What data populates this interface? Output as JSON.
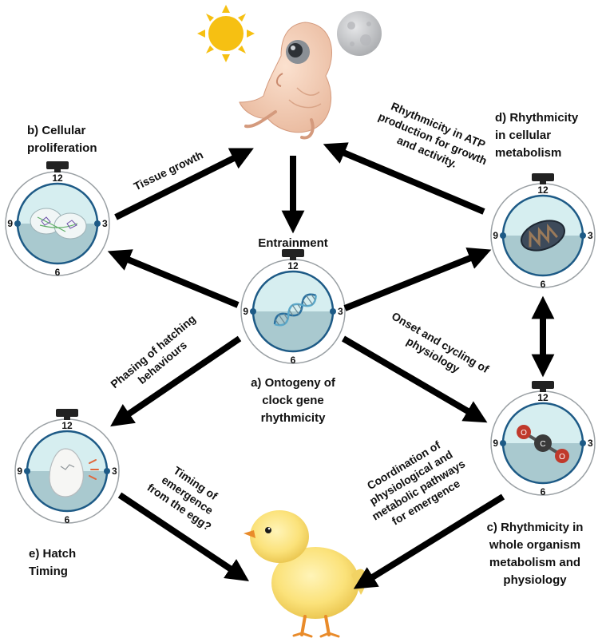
{
  "nodes": {
    "cellular_proliferation": {
      "title": [
        "b) Cellular",
        "proliferation"
      ]
    },
    "cellular_metabolism": {
      "title": [
        "d) Rhythmicity",
        "in cellular",
        "metabolism"
      ]
    },
    "entrainment": {
      "title": "Entrainment"
    },
    "clock_gene": {
      "title": [
        "a) Ontogeny of",
        "clock gene",
        "rhythmicity"
      ]
    },
    "hatch_timing": {
      "title": [
        "e) Hatch",
        "Timing"
      ]
    },
    "whole_organism": {
      "title": [
        "c) Rhythmicity in",
        "whole organism",
        "metabolism and",
        "physiology"
      ]
    }
  },
  "edges": {
    "tissue_growth": "Tissue growth",
    "atp": [
      "Rhythmicity in ATP",
      "production for growth",
      "and activity."
    ],
    "phasing": [
      "Phasing of hatching",
      "behaviours"
    ],
    "onset": [
      "Onset and cycling of",
      "physiology"
    ],
    "timing": [
      "Timing of",
      "emergence",
      "from the egg?"
    ],
    "coordination": [
      "Coordination of",
      "physiological and",
      "metabolic pathways",
      "for emergence"
    ]
  },
  "clock_numerals": {
    "top": "12",
    "right": "3",
    "bottom": "6",
    "left": "9"
  },
  "colors": {
    "clock_top": "#d6eef0",
    "clock_bottom": "#a9c9cf",
    "clock_ring": "#1d5a86",
    "arrow": "#000000",
    "sun": "#f6c012",
    "moon": "#c7c9cc"
  }
}
